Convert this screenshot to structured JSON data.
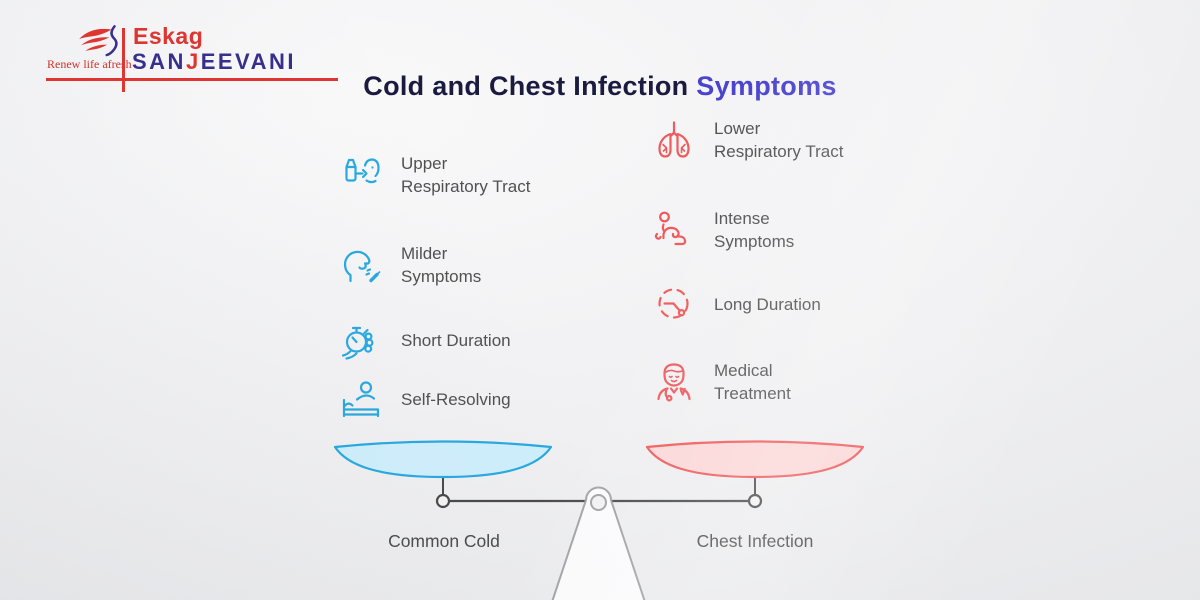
{
  "header": {
    "title": {
      "dark": "Cold and Chest Infection",
      "accent": "Symptoms"
    }
  },
  "logo": {
    "tagline": "Renew life afresh",
    "brand_line1": "Eskag",
    "brand_line2_a": "SAN",
    "brand_line2_b": "J",
    "brand_line2_c": "EEVANI"
  },
  "columns": {
    "left": {
      "accent_color": "#29a9e0",
      "items": [
        {
          "icon": "inhaler-face-icon",
          "label": "Upper\nRespiratory Tract"
        },
        {
          "icon": "coughing-person-icon",
          "label": "Milder\nSymptoms"
        },
        {
          "icon": "stopwatch-hand-icon",
          "label": "Short Duration"
        },
        {
          "icon": "bed-rest-icon",
          "label": "Self-Resolving"
        }
      ]
    },
    "right": {
      "accent_color": "#ef5a5c",
      "items": [
        {
          "icon": "lungs-icon",
          "label": "Lower\nRespiratory Tract"
        },
        {
          "icon": "crawling-person-icon",
          "label": "Intense\nSymptoms"
        },
        {
          "icon": "dashed-clock-icon",
          "label": "Long Duration"
        },
        {
          "icon": "doctor-icon",
          "label": "Medical\nTreatment"
        }
      ]
    }
  },
  "scale": {
    "left_label": "Common Cold",
    "right_label": "Chest Infection",
    "left_pan_fill": "#cfeefb",
    "left_pan_stroke": "#29a9e0",
    "right_pan_fill": "#fbd7d7",
    "right_pan_stroke": "#ef5a5c",
    "beam_color": "#4a4a4a"
  },
  "palette": {
    "title_dark": "#1b1b40",
    "title_accent": "#4a43cd",
    "text_gray": "#515151",
    "brand_red": "#e0342f",
    "brand_purple": "#372e8c",
    "background_light": "#f9f9fa",
    "background_dark": "#e2e3e6"
  }
}
